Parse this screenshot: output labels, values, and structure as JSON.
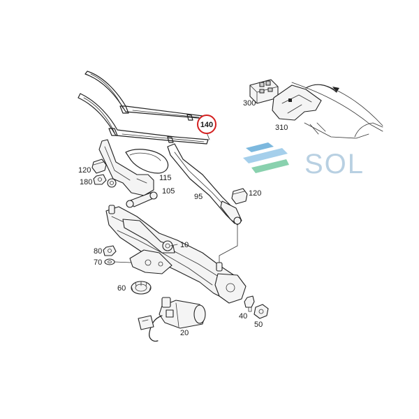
{
  "parts": {
    "p140": "140",
    "p300": "300",
    "p310": "310",
    "p120a": "120",
    "p180": "180",
    "p115": "115",
    "p105": "105",
    "p95": "95",
    "p120b": "120",
    "p10": "10",
    "p80": "80",
    "p70": "70",
    "p60": "60",
    "p40": "40",
    "p50": "50",
    "p20": "20"
  },
  "highlight": {
    "part": "140",
    "ring_color": "#d42020"
  },
  "logo": {
    "text": "SOL",
    "color": "#b8d0e2",
    "icon_colors": [
      "#5ba6d6",
      "#8fc3e6",
      "#6cc59a"
    ]
  }
}
